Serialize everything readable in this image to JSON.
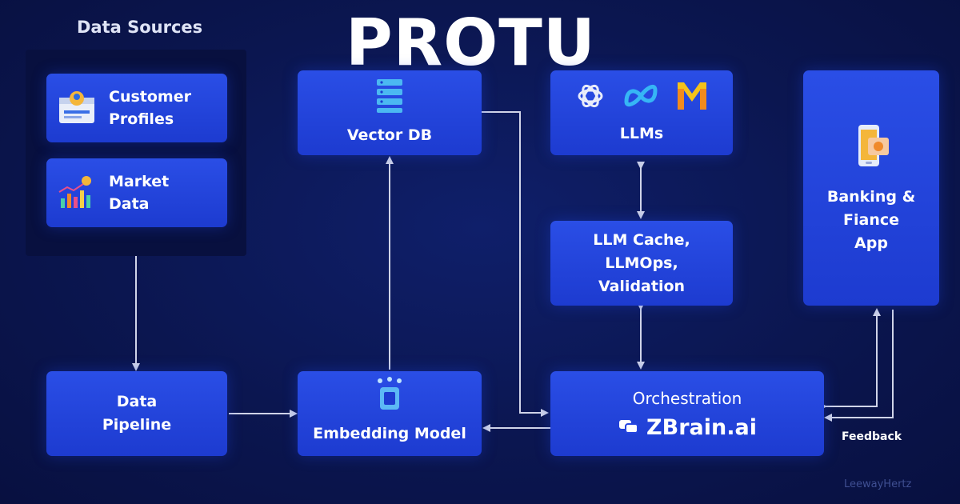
{
  "headline": "PROTU",
  "data_sources": {
    "heading": "Data Sources",
    "customer_profiles": [
      "Customer",
      "Profiles"
    ],
    "market_data": [
      "Market",
      "Data"
    ]
  },
  "nodes": {
    "vector_db": "Vector DB",
    "llms": "LLMs",
    "llm_cache": [
      "LLM Cache,",
      "LLMOps,",
      "Validation"
    ],
    "banking_app": [
      "Banking &",
      "Fiance",
      "App"
    ],
    "data_pipeline": [
      "Data",
      "Pipeline"
    ],
    "embedding_model": "Embedding Model",
    "orchestration": "Orchestration",
    "zbrain": "ZBrain.ai"
  },
  "feedback_label": "Feedback",
  "watermark": "LeewayHertz",
  "colors": {
    "background": "#0b1650",
    "box": "#2545e0",
    "arrow": "#d0d4e8"
  }
}
